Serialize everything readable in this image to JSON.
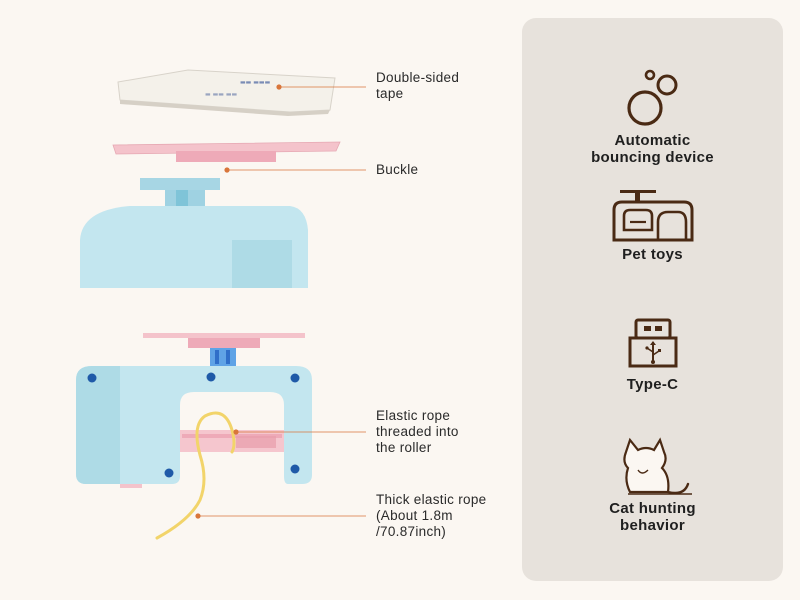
{
  "callouts": [
    {
      "text": "Double-sided\ntape"
    },
    {
      "text": "Buckle"
    },
    {
      "text": "Elastic rope\nthreaded into\nthe roller"
    },
    {
      "text": "Thick elastic rope\n(About 1.8m\n/70.87inch)"
    }
  ],
  "features": [
    {
      "label": "Automatic\nbouncing device",
      "icon": "bubbles-icon"
    },
    {
      "label": "Pet toys",
      "icon": "cat-tree-icon"
    },
    {
      "label": "Type-C",
      "icon": "usb-icon"
    },
    {
      "label": "Cat hunting\nbehavior",
      "icon": "cat-icon"
    }
  ],
  "colors": {
    "background": "#fbf7f2",
    "panel": "#e7e2dc",
    "icon": "#4a2a14",
    "leader_line": "#d9763b",
    "device_blue": "#bfe3ee",
    "plate_pink": "#f2bcc6",
    "rope_yellow": "#f2d46a"
  }
}
